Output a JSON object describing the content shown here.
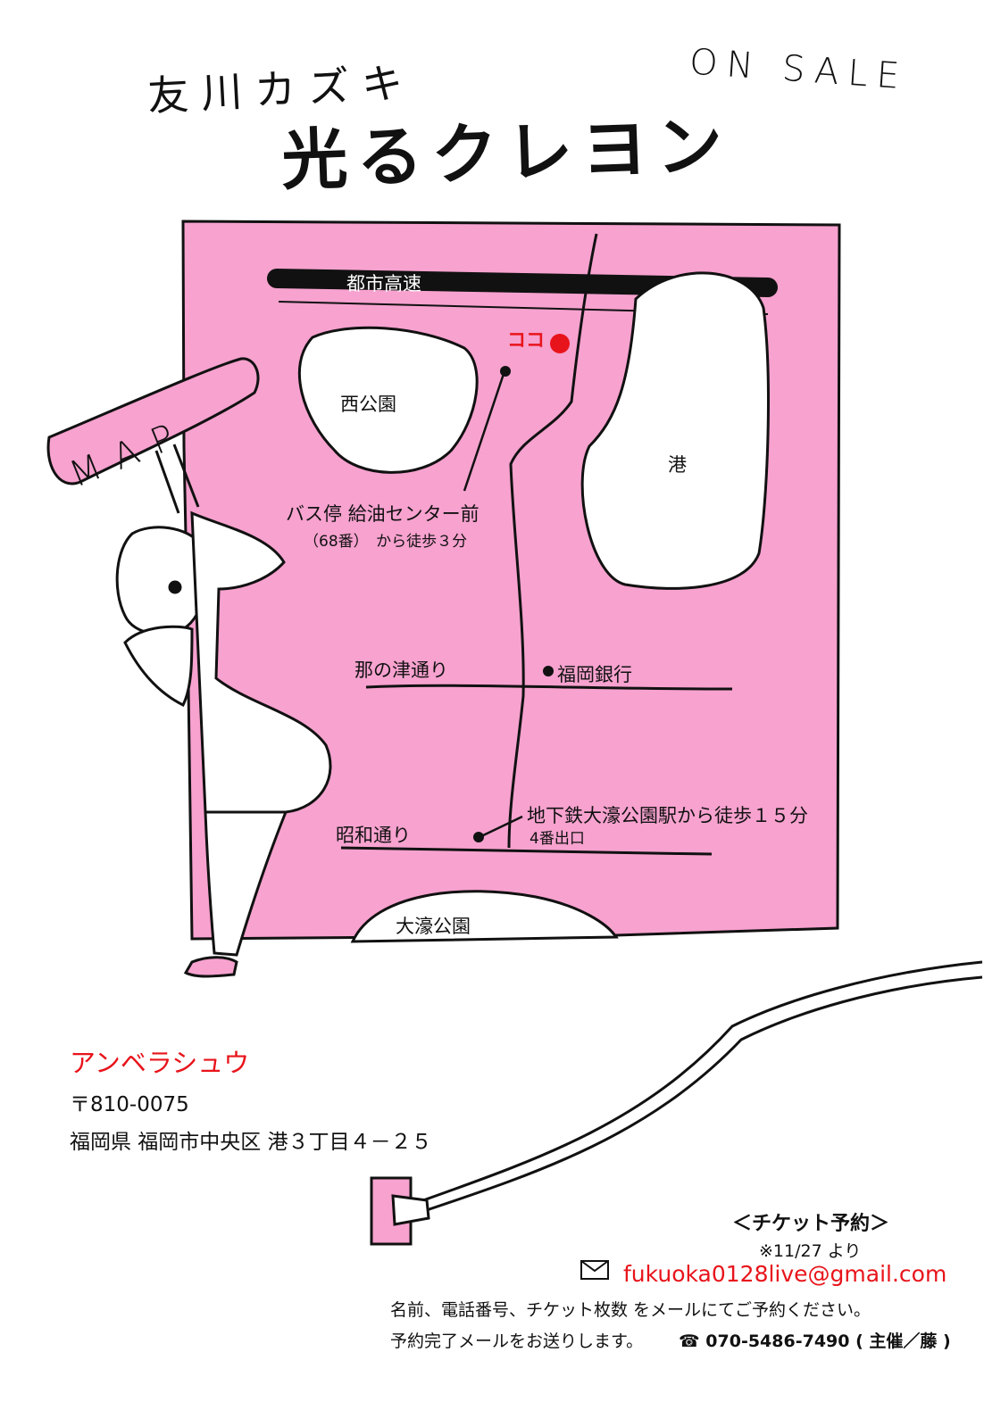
{
  "title": {
    "artist": "友川カズキ",
    "on_sale": "ON SALE",
    "album": "光るクレヨン"
  },
  "map": {
    "sign": "MAP",
    "highway": "都市高速",
    "here": "ココ",
    "west_park": "西公園",
    "port": "港",
    "bus_stop": "バス停 給油センター前",
    "bus_detail": "（68番）　から徒歩３分",
    "street_nanotsu": "那の津通り",
    "bank": "福岡銀行",
    "street_showa": "昭和通り",
    "subway": "地下鉄大濠公園駅から徒歩１５分",
    "subway_exit": "4番出口",
    "ohori_park": "大濠公園"
  },
  "venue": {
    "name": "アンベラシュウ",
    "postal": "〒810-0075",
    "address": "福岡県 福岡市中央区 港３丁目４－２５"
  },
  "ticket": {
    "heading": "＜チケット予約＞",
    "from_date": "※11/27 より",
    "email": "fukuoka0128live@gmail.com",
    "instruction": "名前、電話番号、チケット枚数 をメールにてご予約ください。",
    "confirm": "予約完了メールをお送りします。",
    "phone": "☎ 070-5486-7490 ( 主催／藤 )"
  },
  "colors": {
    "pink": "#f7a2cf",
    "red": "#e8141b",
    "ink": "#111111"
  },
  "icons": [
    "envelope-icon",
    "phone-icon"
  ]
}
